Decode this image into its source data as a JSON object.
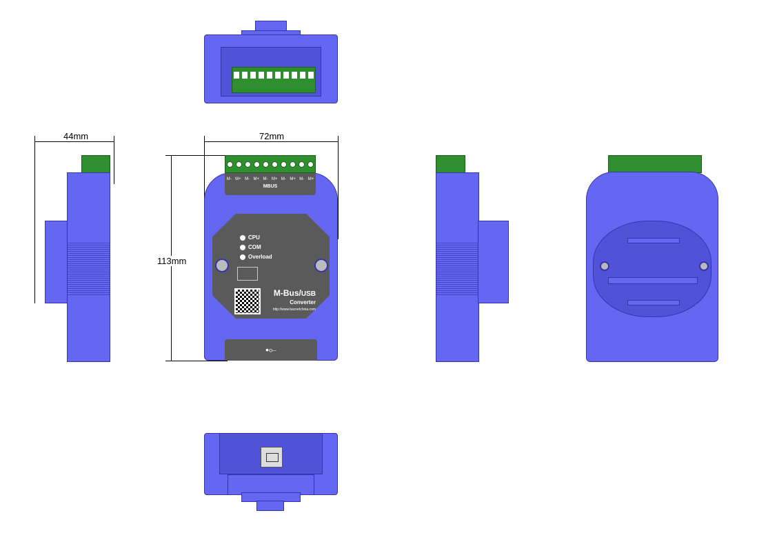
{
  "dimensions": {
    "width": "72mm",
    "height": "113mm",
    "depth": "44mm"
  },
  "front": {
    "terminal_labels": [
      "M-",
      "M+",
      "M-",
      "M+",
      "M-",
      "M+",
      "M-",
      "M+",
      "M-",
      "M+"
    ],
    "bus_label": "MBUS",
    "leds": [
      "CPU",
      "COM",
      "Overload"
    ],
    "product_name": "M-Bus/",
    "product_name_suffix": "USB",
    "product_subtitle": "Converter",
    "website": "http://www.bacnetchina.com",
    "usb_icon": "usb-icon"
  },
  "colors": {
    "body": "#6467f2",
    "terminal": "#2f8f2f",
    "panel": "#5b5a5a"
  }
}
